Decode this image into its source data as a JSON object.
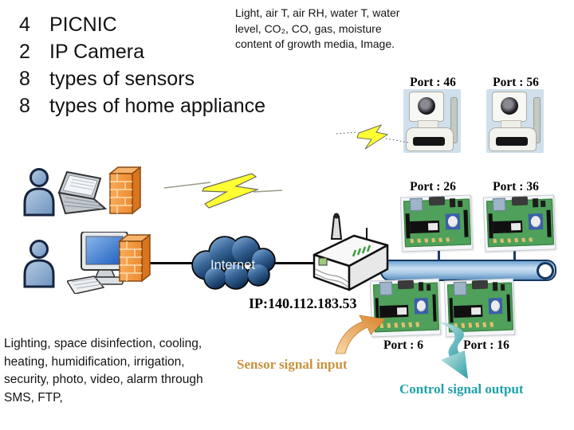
{
  "inventory": {
    "items": [
      {
        "count": "4",
        "label": "PICNIC"
      },
      {
        "count": "2",
        "label": "IP Camera"
      },
      {
        "count": "8",
        "label": "types of sensors"
      },
      {
        "count": "8",
        "label": "types of home appliance"
      }
    ]
  },
  "sensor_note": "Light, air T, air RH,  water T, water level, CO₂, CO, gas, moisture content of growth media, Image.",
  "appliance_note": "Lighting, space disinfection, cooling, heating, humidification, irrigation, security, photo, video, alarm through SMS, FTP,",
  "network": {
    "internet_label": "Internet",
    "ip_address": "IP:140.112.183.53"
  },
  "devices": {
    "cameras": [
      {
        "port": "Port : 46"
      },
      {
        "port": "Port : 56"
      }
    ],
    "sensor_boards": [
      {
        "port": "Port : 26"
      },
      {
        "port": "Port : 36"
      }
    ],
    "control_boards": [
      {
        "port": "Port : 6"
      },
      {
        "port": "Port : 16"
      }
    ]
  },
  "labels": {
    "sensor_input": "Sensor signal input",
    "control_output": "Control signal output"
  },
  "colors": {
    "sensor_input_text": "#C8923C",
    "control_output_text": "#1FA3A8",
    "pipe_blue": "#9FC5E8",
    "line_navy": "#1F3B6E",
    "firewall_orange": "#F09A4C",
    "cloud_blue": "#2A5788",
    "bolt_yellow": "#FFFF33",
    "pcb_green": "#4FA05A"
  }
}
